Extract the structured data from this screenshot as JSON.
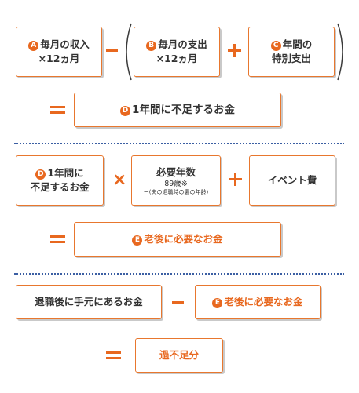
{
  "section1": {
    "box_a": {
      "badge": "A",
      "line1": "毎月の収入",
      "line2": "×12ヵ月"
    },
    "box_b": {
      "badge": "B",
      "line1": "毎月の支出",
      "line2": "×12ヵ月"
    },
    "box_c": {
      "badge": "C",
      "line1": "年間の",
      "line2": "特別支出"
    },
    "result": {
      "badge": "D",
      "text": "1年間に不足するお金"
    }
  },
  "section2": {
    "box_d": {
      "badge": "D",
      "line1": "1年間に",
      "line2": "不足するお金"
    },
    "box_years": {
      "title": "必要年数",
      "value": "89歳※",
      "note": "ー(夫の退職時の妻の年齢)"
    },
    "box_event": {
      "text": "イベント費"
    },
    "result": {
      "badge": "E",
      "text": "老後に必要なお金"
    }
  },
  "section3": {
    "box_assets": {
      "text": "退職後に手元にあるお金"
    },
    "box_e": {
      "badge": "E",
      "text": "老後に必要なお金"
    },
    "result": {
      "text": "過不足分"
    }
  },
  "colors": {
    "accent": "#e8681f",
    "divider": "#3b5fa3"
  }
}
